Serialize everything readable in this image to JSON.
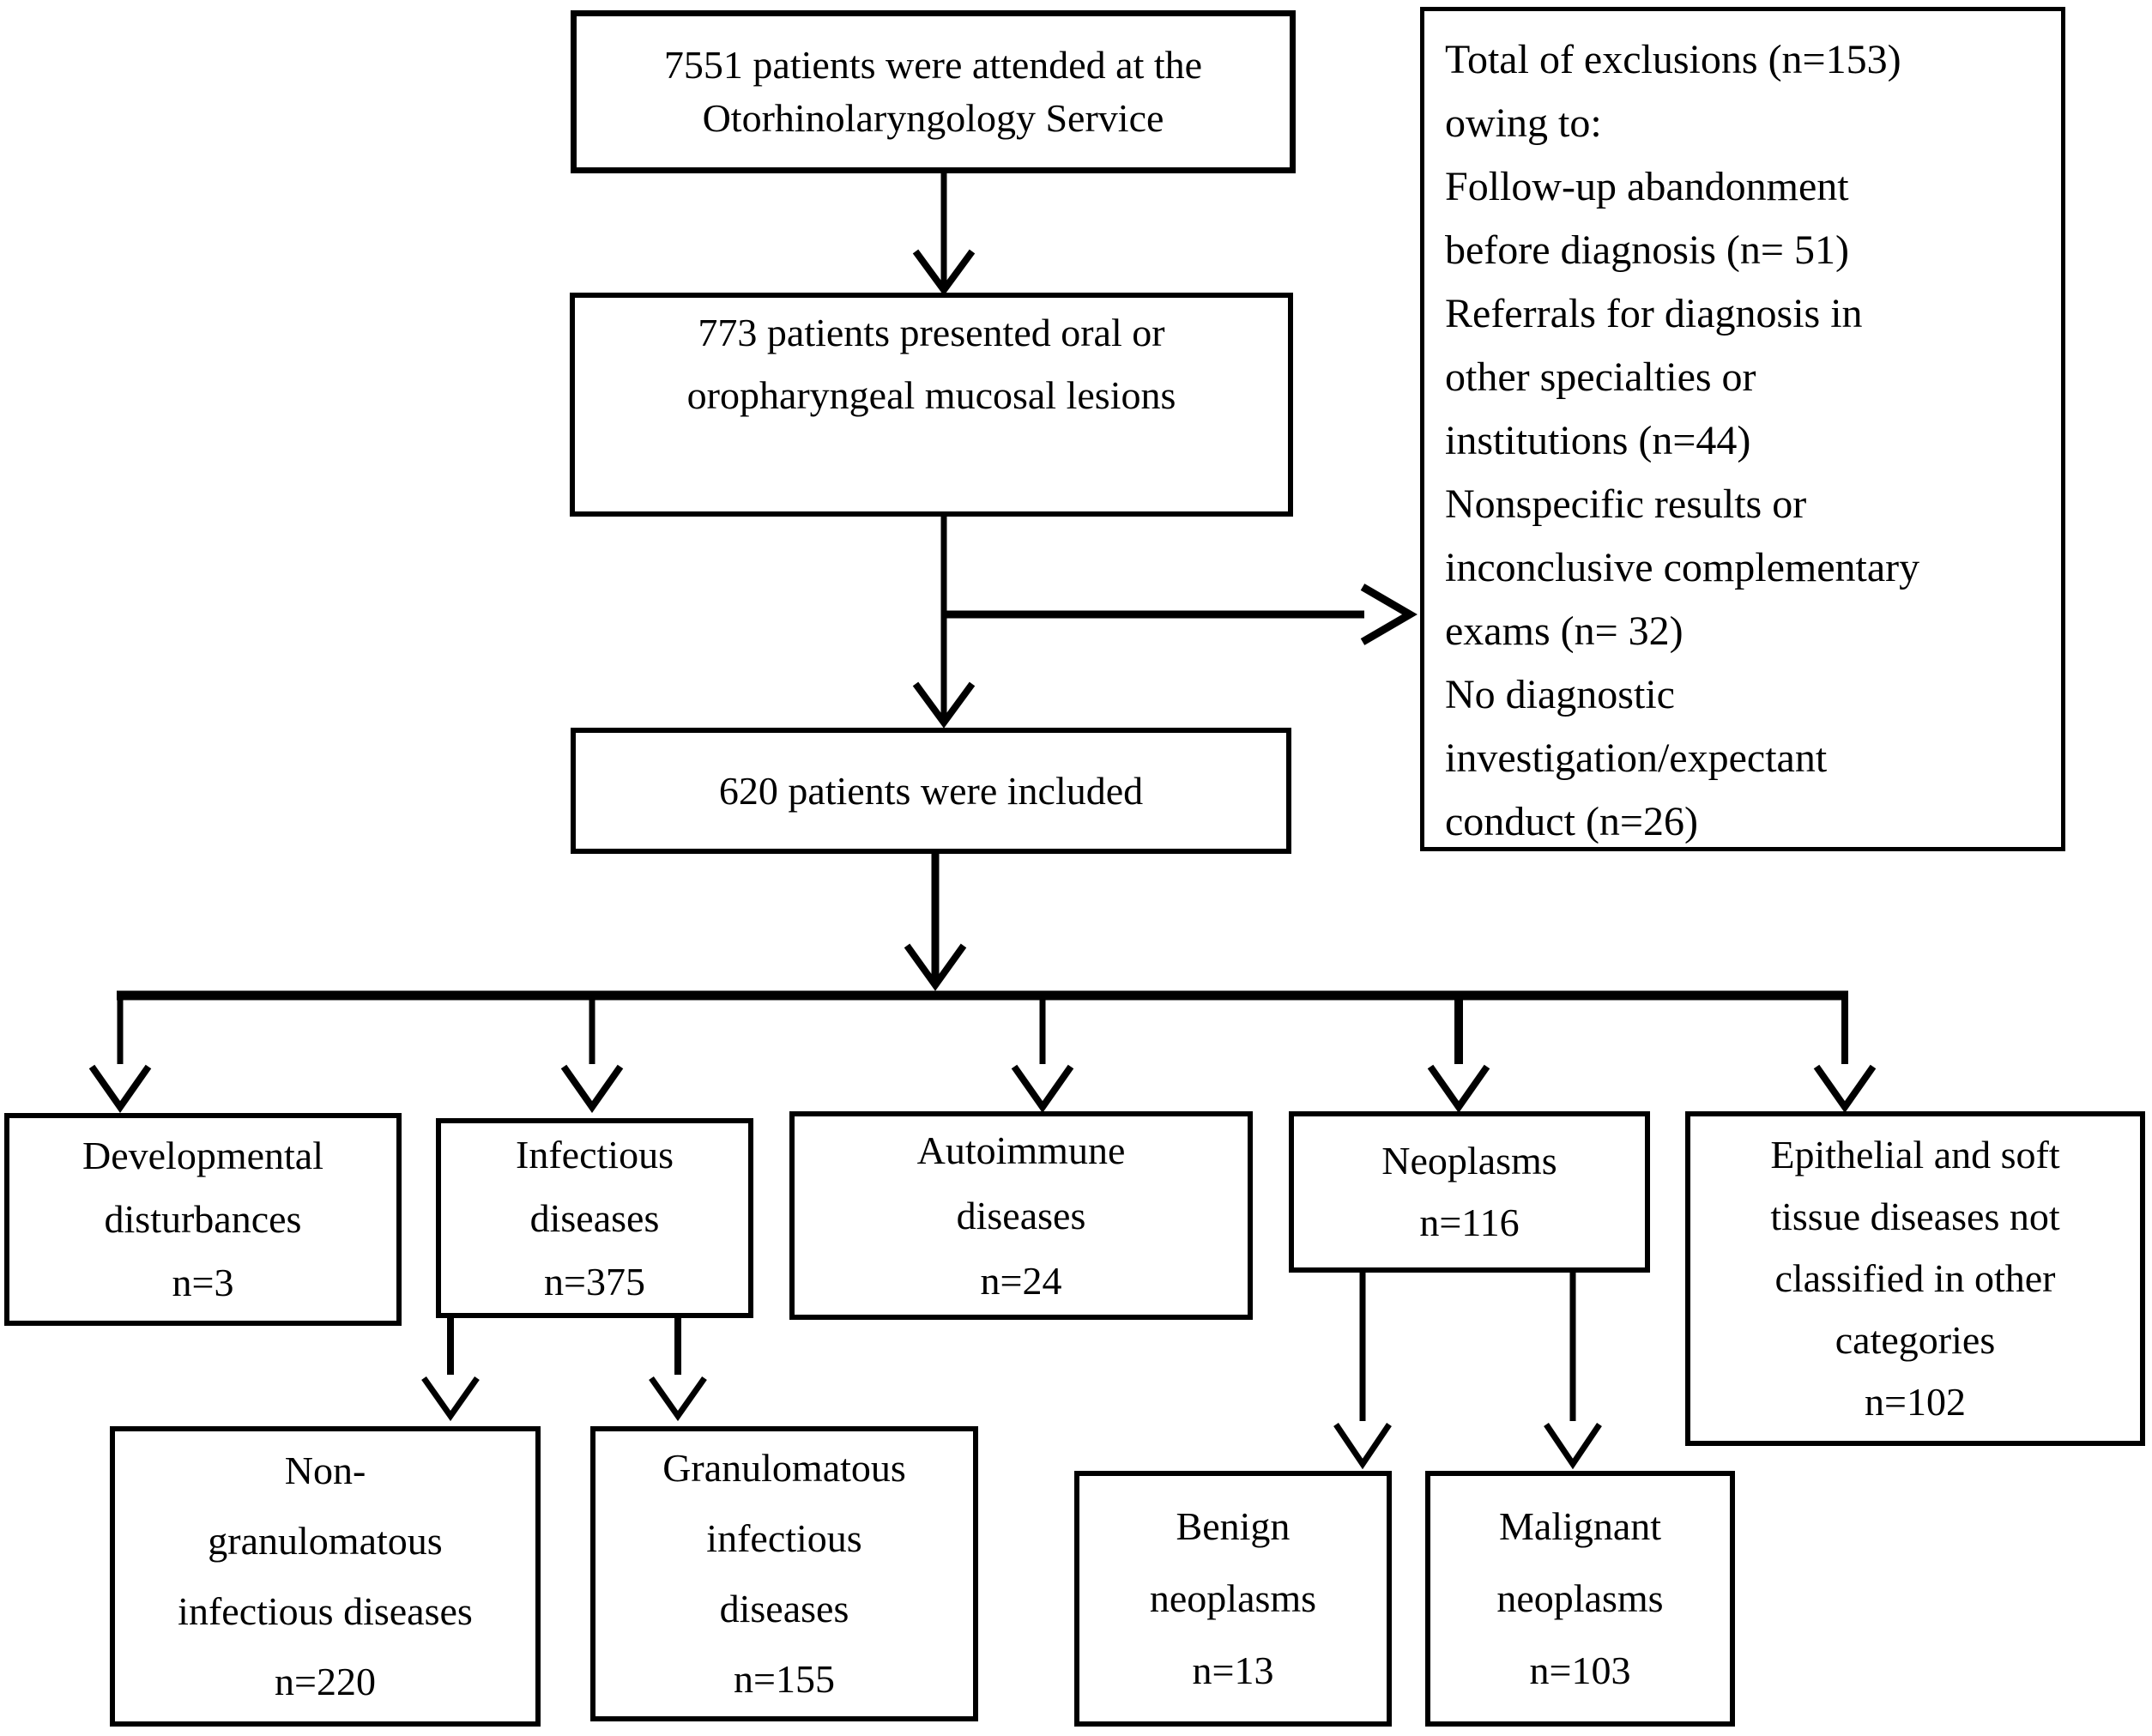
{
  "flowchart": {
    "colors": {
      "ink": "#000000",
      "paper": "#ffffff"
    },
    "nodes": {
      "attended": {
        "text": "7551 patients were attended at the\nOtorhinolaryngology Service"
      },
      "lesions": {
        "text": "773 patients presented oral or\noropharyngeal mucosal lesions"
      },
      "included": {
        "text": "620 patients were included"
      },
      "exclusions": {
        "text": "Total of exclusions (n=153)\nowing to:\nFollow-up abandonment\nbefore diagnosis (n= 51)\nReferrals for diagnosis in\nother specialties or\ninstitutions (n=44)\nNonspecific results or\ninconclusive complementary\nexams (n= 32)\nNo diagnostic\ninvestigation/expectant\nconduct (n=26)"
      },
      "developmental": {
        "text": "Developmental\ndisturbances\nn=3"
      },
      "infectious": {
        "text": "Infectious\ndiseases\nn=375"
      },
      "autoimmune": {
        "text": "Autoimmune\ndiseases\nn=24"
      },
      "neoplasms": {
        "text": "Neoplasms\nn=116"
      },
      "epithelial": {
        "text": "Epithelial and soft\ntissue diseases not\nclassified in other\ncategories\nn=102"
      },
      "non_granulomatous": {
        "text": "Non-\ngranulomatous\ninfectious diseases\nn=220"
      },
      "granulomatous": {
        "text": "Granulomatous\ninfectious\ndiseases\nn=155"
      },
      "benign": {
        "text": "Benign\nneoplasms\nn=13"
      },
      "malignant": {
        "text": "Malignant\nneoplasms\nn=103"
      }
    },
    "counts": {
      "attended": 7551,
      "with_lesions": 773,
      "included": 620,
      "exclusions_total": 153,
      "exclusion_reasons": [
        {
          "reason": "Follow-up abandonment before diagnosis",
          "n": 51
        },
        {
          "reason": "Referrals for diagnosis in other specialties or institutions",
          "n": 44
        },
        {
          "reason": "Nonspecific results or inconclusive complementary exams",
          "n": 32
        },
        {
          "reason": "No diagnostic investigation/expectant conduct",
          "n": 26
        }
      ],
      "categories": [
        {
          "name": "Developmental disturbances",
          "n": 3
        },
        {
          "name": "Infectious diseases",
          "n": 375
        },
        {
          "name": "Autoimmune diseases",
          "n": 24
        },
        {
          "name": "Neoplasms",
          "n": 116
        },
        {
          "name": "Epithelial and soft tissue diseases not classified in other categories",
          "n": 102
        }
      ],
      "infectious_subtypes": [
        {
          "name": "Non-granulomatous infectious diseases",
          "n": 220
        },
        {
          "name": "Granulomatous infectious diseases",
          "n": 155
        }
      ],
      "neoplasm_subtypes": [
        {
          "name": "Benign neoplasms",
          "n": 13
        },
        {
          "name": "Malignant neoplasms",
          "n": 103
        }
      ]
    }
  }
}
